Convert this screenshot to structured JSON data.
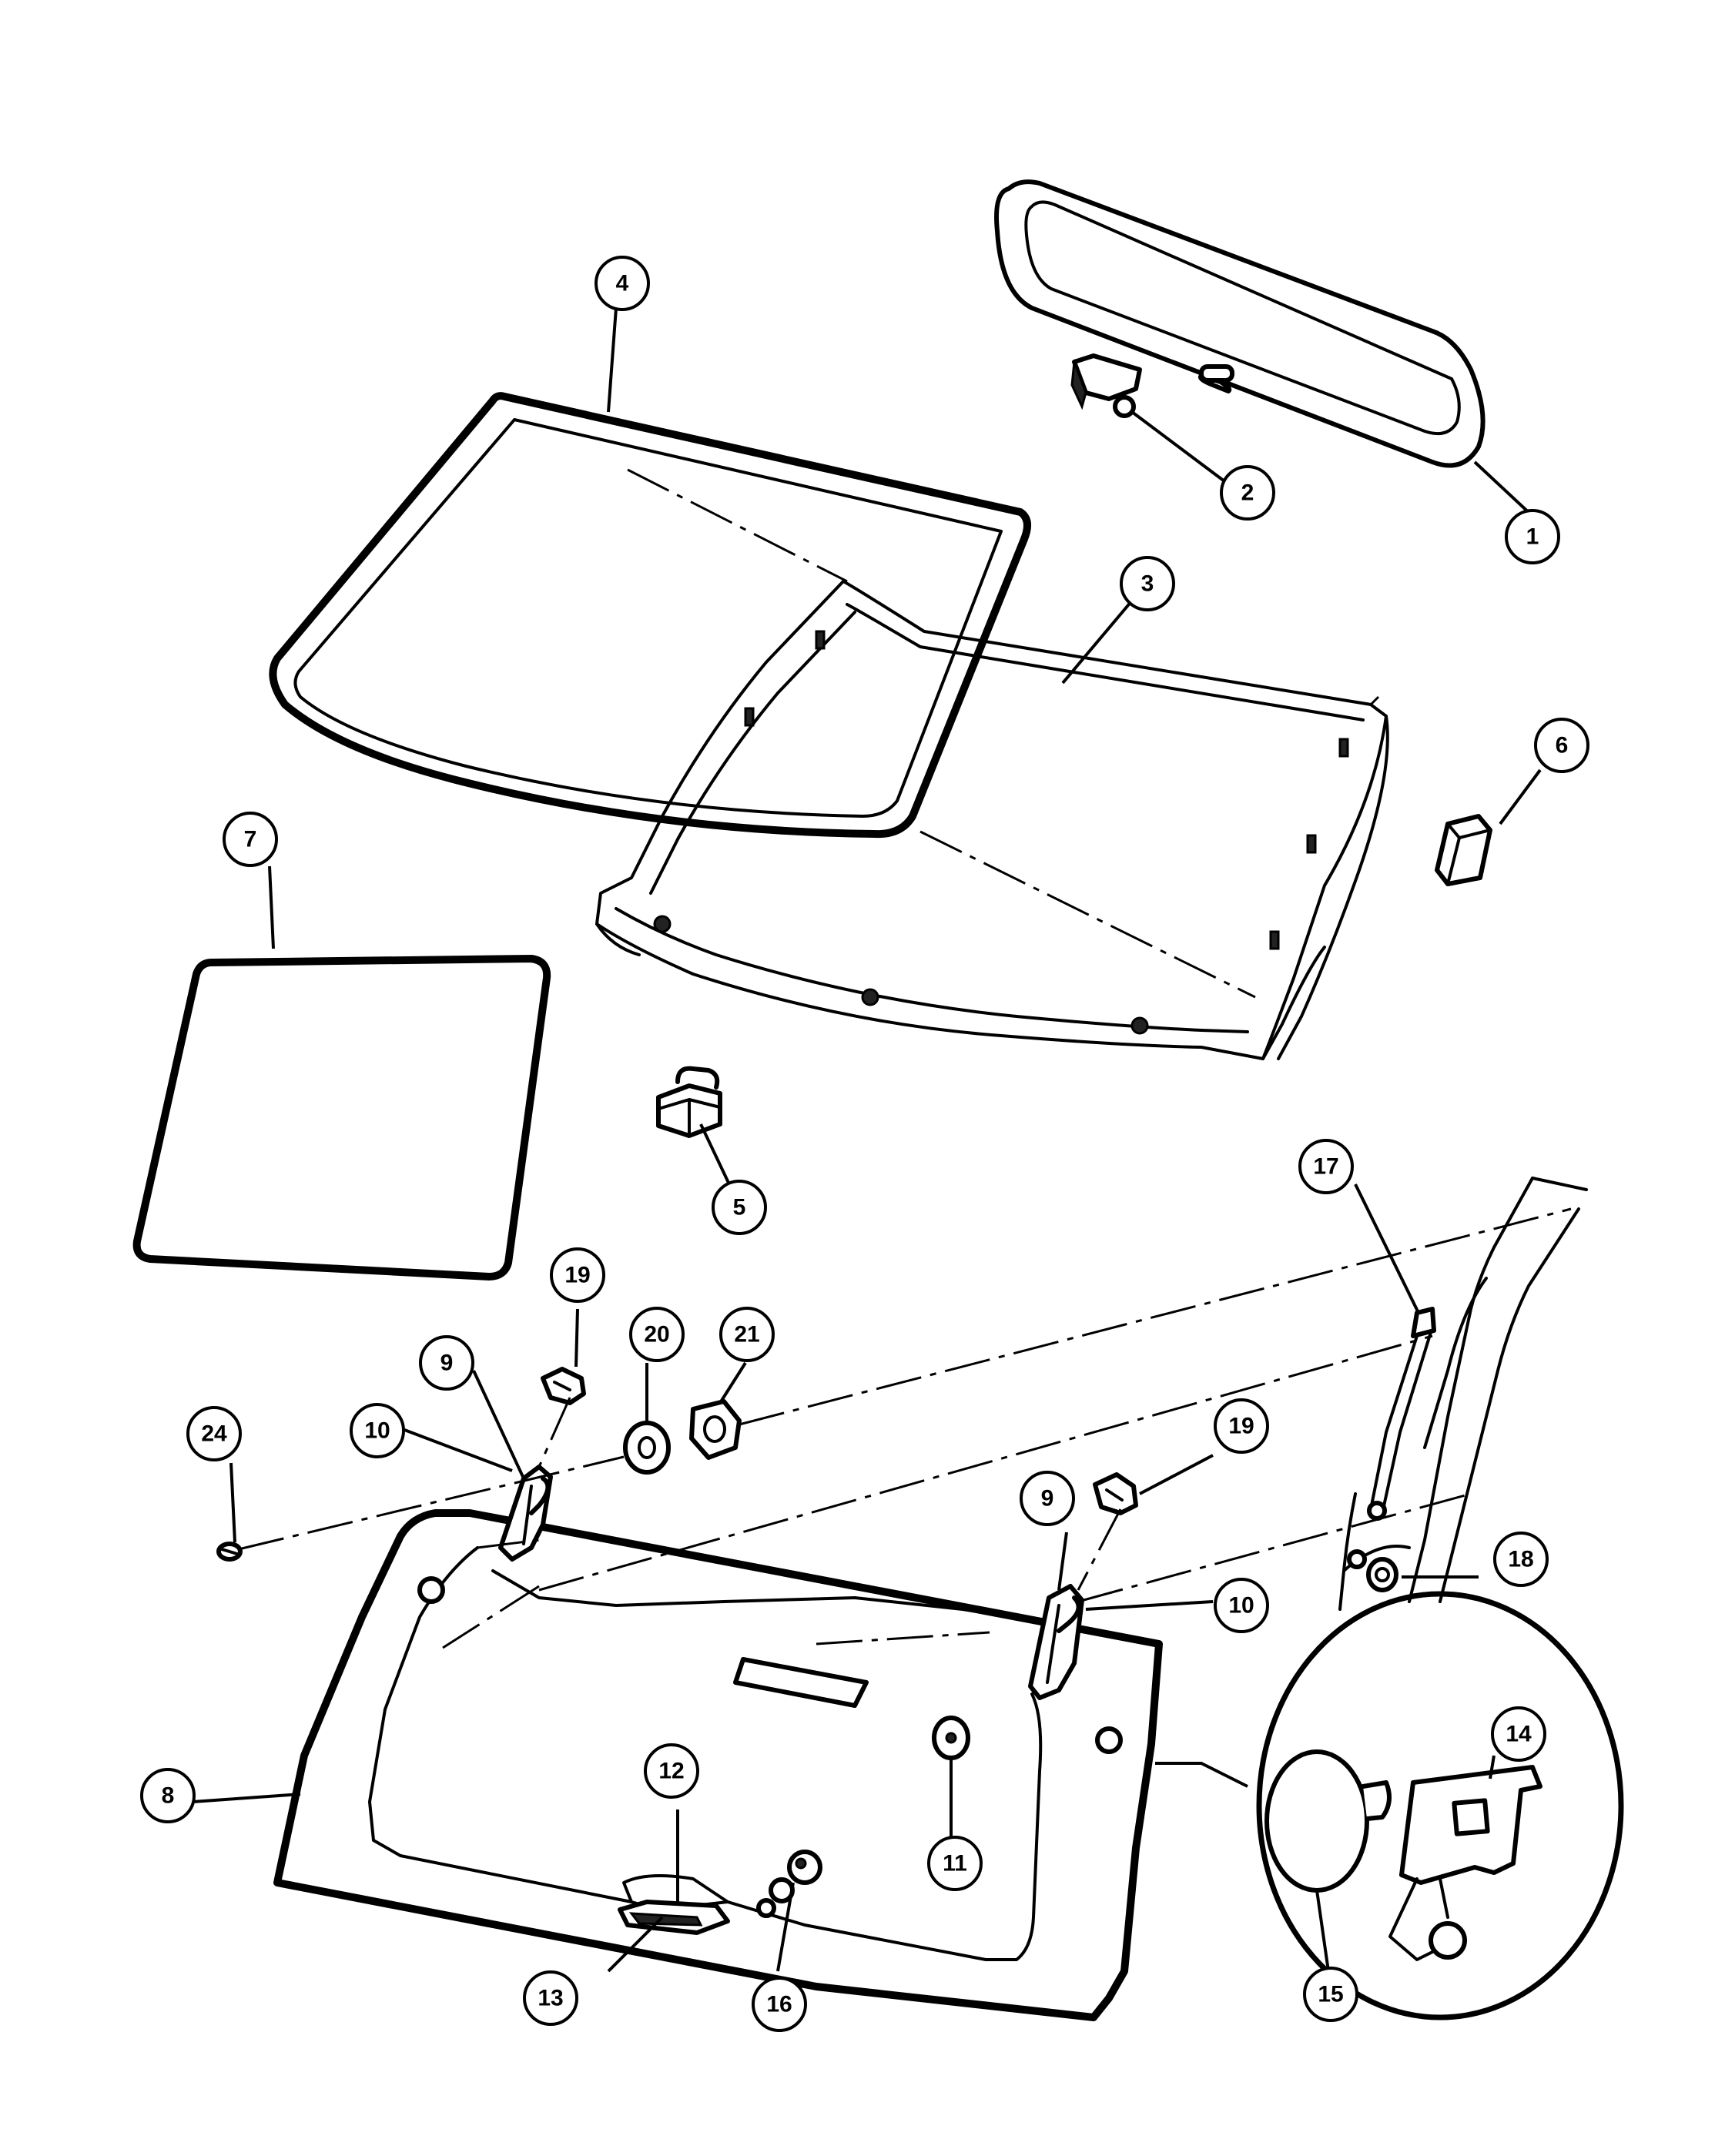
{
  "callouts": [
    {
      "id": "1",
      "label": "1"
    },
    {
      "id": "2",
      "label": "2"
    },
    {
      "id": "3",
      "label": "3"
    },
    {
      "id": "4",
      "label": "4"
    },
    {
      "id": "5",
      "label": "5"
    },
    {
      "id": "6",
      "label": "6"
    },
    {
      "id": "7",
      "label": "7"
    },
    {
      "id": "8",
      "label": "8"
    },
    {
      "id": "9a",
      "label": "9"
    },
    {
      "id": "9b",
      "label": "9"
    },
    {
      "id": "10a",
      "label": "10"
    },
    {
      "id": "10b",
      "label": "10"
    },
    {
      "id": "11",
      "label": "11"
    },
    {
      "id": "12",
      "label": "12"
    },
    {
      "id": "13",
      "label": "13"
    },
    {
      "id": "14",
      "label": "14"
    },
    {
      "id": "15",
      "label": "15"
    },
    {
      "id": "16",
      "label": "16"
    },
    {
      "id": "17",
      "label": "17"
    },
    {
      "id": "18",
      "label": "18"
    },
    {
      "id": "19a",
      "label": "19"
    },
    {
      "id": "19b",
      "label": "19"
    },
    {
      "id": "20",
      "label": "20"
    },
    {
      "id": "21",
      "label": "21"
    },
    {
      "id": "24",
      "label": "24"
    }
  ]
}
